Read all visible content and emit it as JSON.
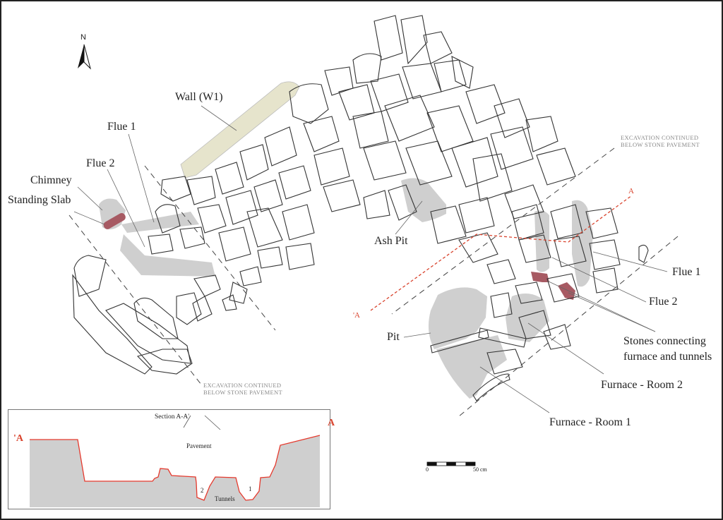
{
  "figure": {
    "type": "archaeological site plan",
    "north_arrow_label": "N",
    "colors": {
      "stone_outline": "#333333",
      "feature_fill": "#cfcfcf",
      "wall_fill": "#e6e4cc",
      "standing_slab_fill": "#a75a63",
      "section_line": "#d9442e",
      "dashed_excavation": "#444444"
    }
  },
  "labels": {
    "wall": "Wall (W1)",
    "flue1_left": "Flue 1",
    "flue2_left": "Flue 2",
    "chimney": "Chimney",
    "standing_slab": "Standing Slab",
    "ash_pit": "Ash Pit",
    "flue1_right": "Flue 1",
    "flue2_right": "Flue 2",
    "stones_line1": "Stones connecting",
    "stones_line2": "furnace and tunnels",
    "pit": "Pit",
    "furnace_room2": "Furnace - Room 2",
    "furnace_room1": "Furnace - Room 1",
    "section_end_a": "A",
    "section_end_a_prime": "'A"
  },
  "notes": {
    "excavation_right_line1": "EXCAVATION  CONTINUED",
    "excavation_right_line2": "BELOW STONE PAVEMENT",
    "excavation_left_line1": "EXCAVATION  CONTINUED",
    "excavation_left_line2": "BELOW STONE PAVEMENT"
  },
  "scale_bar": {
    "start": "0",
    "end": "50 cm"
  },
  "section": {
    "title": "Section A-A'",
    "pavement": "Pavement",
    "tunnels": "Tunnels",
    "tunnel_2": "2",
    "tunnel_1": "1",
    "end_left": "'A",
    "end_right": "A"
  }
}
